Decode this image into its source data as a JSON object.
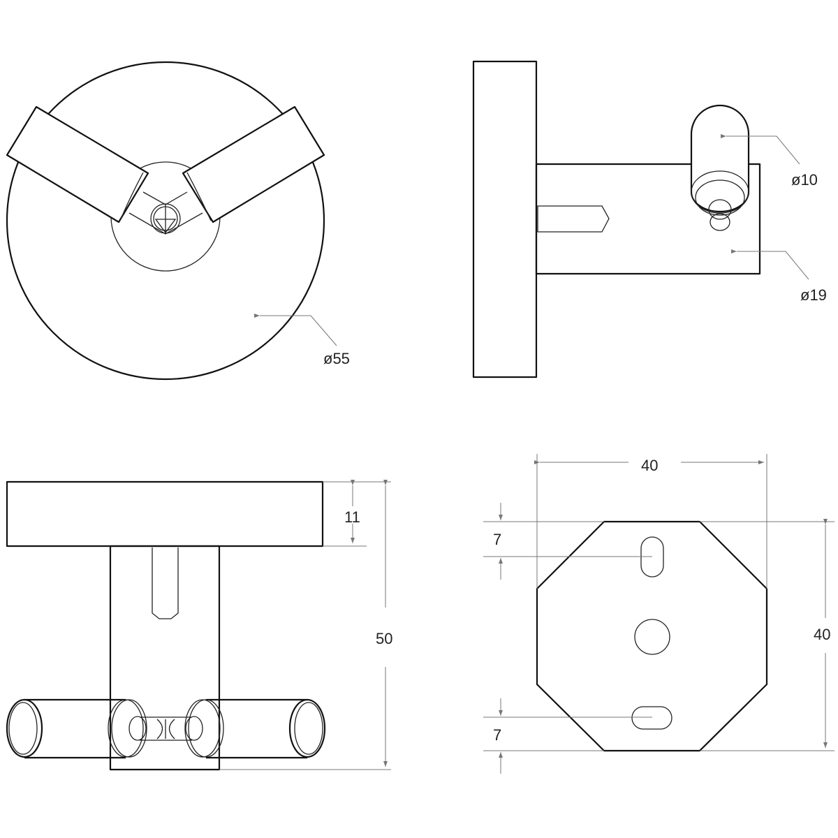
{
  "views": {
    "front": {
      "dia_label": "ø55"
    },
    "side": {
      "hook_dia_label": "ø10",
      "tube_dia_label": "ø19"
    },
    "bottom": {
      "plate_thickness_label": "11",
      "total_depth_label": "50"
    },
    "mount": {
      "width_label": "40",
      "height_label": "40",
      "slot_top_offset_label": "7",
      "slot_bottom_offset_label": "7"
    }
  }
}
